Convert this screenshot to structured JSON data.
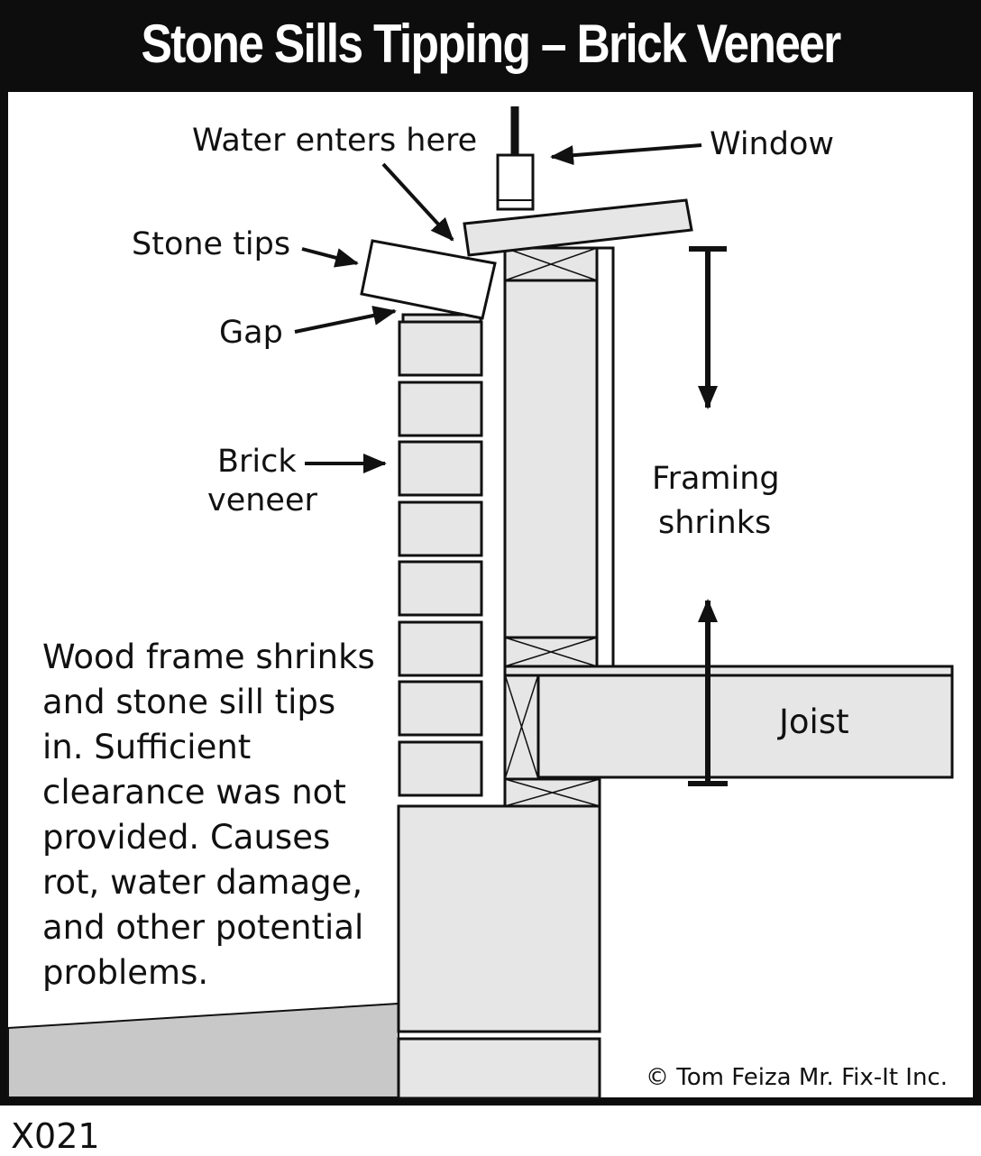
{
  "title": "Stone Sills Tipping – Brick Veneer",
  "labels": {
    "water_enters": "Water enters here",
    "window": "Window",
    "stone_tips": "Stone tips",
    "gap": "Gap",
    "brick_veneer_line1": "Brick",
    "brick_veneer_line2": "veneer",
    "framing_line1": "Framing",
    "framing_line2": "shrinks",
    "joist": "Joist"
  },
  "description": "Wood frame shrinks and stone sill tips in. Sufficient clearance was not provided. Causes rot, water damage, and other potential problems.",
  "copyright": "© Tom Feiza Mr. Fix-It Inc.",
  "code": "X021",
  "colors": {
    "title_bg": "#0d0d0d",
    "ground": "#c8c8c8",
    "fill": "#e6e6e6",
    "line": "#111111"
  }
}
